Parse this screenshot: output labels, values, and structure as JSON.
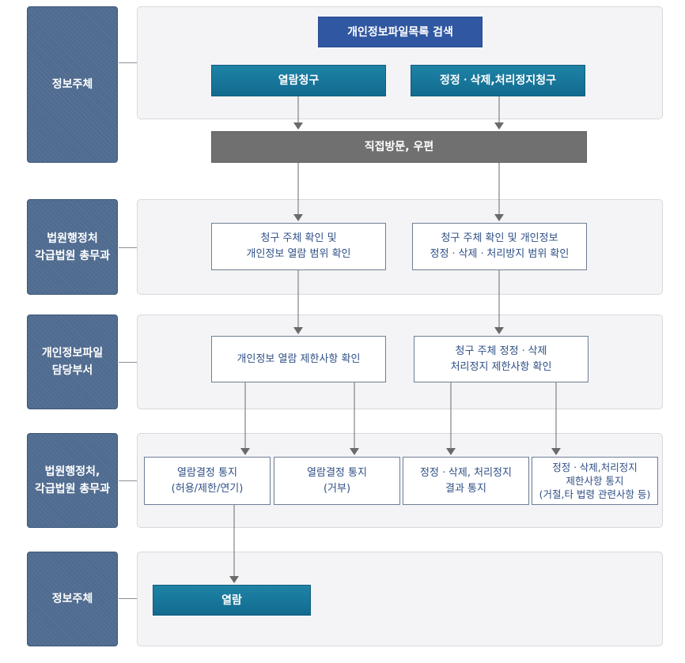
{
  "roles": {
    "r1": "정보주체",
    "r2_line1": "법원행정처",
    "r2_line2": "각급법원 총무과",
    "r3_line1": "개인정보파일",
    "r3_line2": "담당부서",
    "r4_line1": "법원행정처,",
    "r4_line2": "각급법원 총무과",
    "r5": "정보주체"
  },
  "stage1": {
    "search": "개인정보파일목록 검색",
    "view_request": "열람청구",
    "correct_request": "정정ㆍ삭제,처리정지청구"
  },
  "method": "직접방문, 우편",
  "stage2": {
    "left_line1": "청구 주체 확인 및",
    "left_line2": "개인정보 열람 범위 확인",
    "right_line1": "청구 주체 확인 및 개인정보",
    "right_line2": "정정ㆍ삭제ㆍ처리방지 범위 확인"
  },
  "stage3": {
    "left": "개인정보 열람 제한사항 확인",
    "right_line1": "청구 주체  정정ㆍ삭제",
    "right_line2": "처리정지 제한사항 확인"
  },
  "stage4": {
    "b1_line1": "열람결정 통지",
    "b1_line2": "(허용/제한/연기)",
    "b2_line1": "열람결정 통지",
    "b2_line2": "(거부)",
    "b3_line1": "정정ㆍ삭제, 처리정지",
    "b3_line2": "결과 통지",
    "b4_line1": "정정ㆍ삭제,처리정지",
    "b4_line2": "제한사항 통지",
    "b4_line3": "(거절,타 법령 관련사항 등)"
  },
  "stage5": {
    "view": "열람"
  },
  "colors": {
    "navy": "#3057a1",
    "teal": "#126b8f",
    "gray": "#707070",
    "role": "#4f6b8f",
    "panel": "#f4f4f6",
    "text_blue": "#2e4f86"
  }
}
